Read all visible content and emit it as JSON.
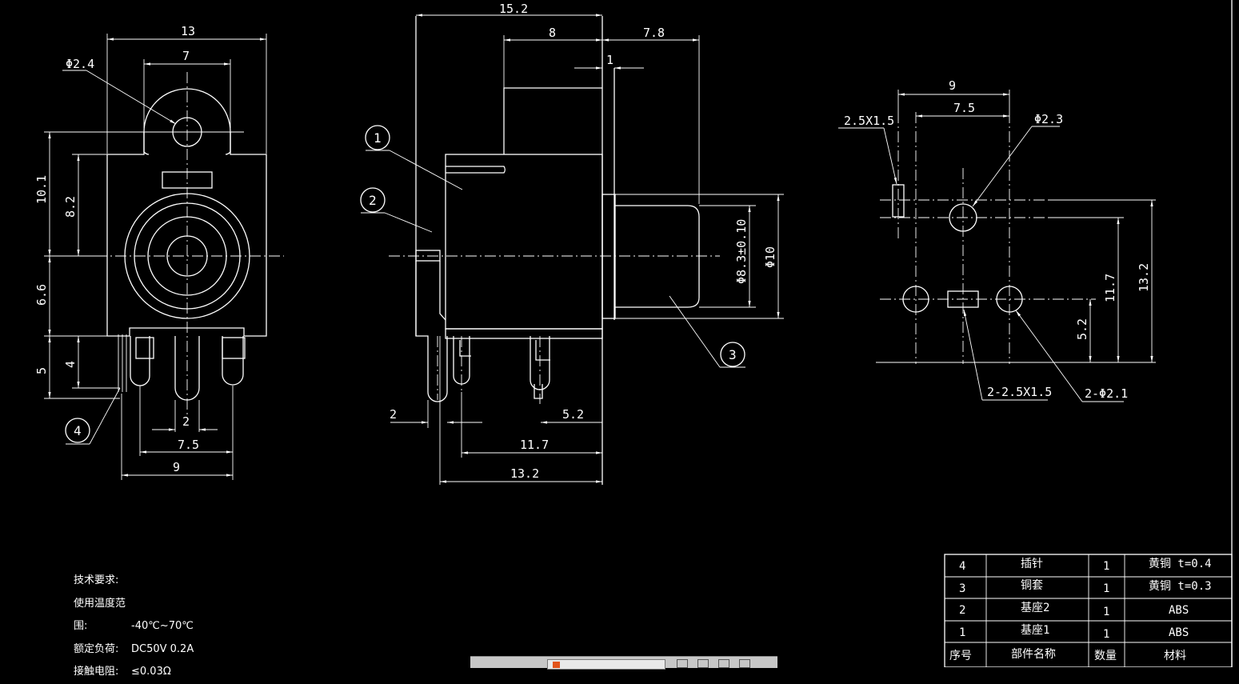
{
  "dimensions": {
    "front": {
      "width_13": "13",
      "hole_dia": "Φ2.4",
      "inner_7": "7",
      "h_10_1": "10.1",
      "h_8_2": "8.2",
      "h_6_6": "6.6",
      "h_5": "5",
      "h_4": "4",
      "pin_2": "2",
      "pitch_7_5": "7.5",
      "span_9": "9"
    },
    "side": {
      "len_15_2": "15.2",
      "len_8": "8",
      "len_7_8": "7.8",
      "gap_1": "1",
      "dia_8_3": "Φ8.3±0.10",
      "dia_10": "Φ10",
      "pin_2": "2",
      "len_5_2": "5.2",
      "len_11_7": "11.7",
      "len_13_2": "13.2"
    },
    "pcb": {
      "w_9": "9",
      "w_7_5": "7.5",
      "slot": "2.5X1.5",
      "hole": "Φ2.3",
      "h_13_2": "13.2",
      "h_11_7": "11.7",
      "h_5_2": "5.2",
      "slots_2": "2-2.5X1.5",
      "holes_2": "2-Φ2.1"
    }
  },
  "balloons": [
    "1",
    "2",
    "3",
    "4"
  ],
  "notes": {
    "heading": "技术要求:",
    "rows": [
      {
        "label": "使用温度范围:",
        "value": "-40℃~70℃"
      },
      {
        "label": "额定负荷:",
        "value": "DC50V 0.2A"
      },
      {
        "label": "接触电阻:",
        "value": "≤0.03Ω"
      }
    ]
  },
  "bom": {
    "rows": [
      {
        "no": "4",
        "name": "插针",
        "qty": "1",
        "material": "黄铜  t=0.4"
      },
      {
        "no": "3",
        "name": "铜套",
        "qty": "1",
        "material": "黄铜  t=0.3"
      },
      {
        "no": "2",
        "name": "基座2",
        "qty": "1",
        "material": "ABS"
      },
      {
        "no": "1",
        "name": "基座1",
        "qty": "1",
        "material": "ABS"
      }
    ],
    "header": {
      "no": "序号",
      "name": "部件名称",
      "qty": "数量",
      "material": "材料"
    }
  }
}
